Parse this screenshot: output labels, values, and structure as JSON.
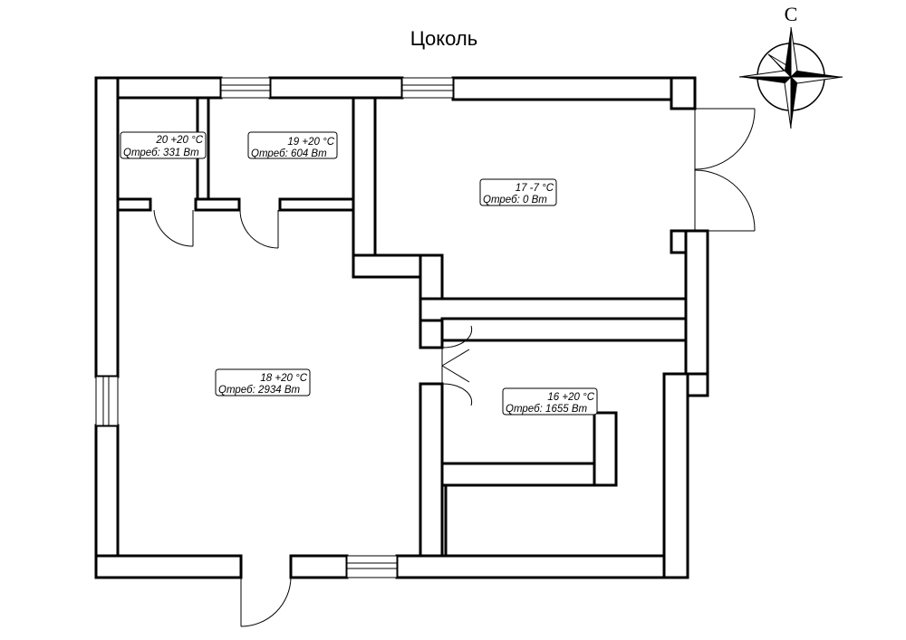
{
  "title": "Цоколь",
  "compass": {
    "north_label": "С"
  },
  "rooms": [
    {
      "id": "20",
      "temp_line": "20  +20 °С",
      "q_line": "Qтреб: 331 Вт"
    },
    {
      "id": "19",
      "temp_line": "19  +20 °С",
      "q_line": "Qтреб: 604 Вт"
    },
    {
      "id": "17",
      "temp_line": "17  -7 °С",
      "q_line": "Qтреб: 0 Вт"
    },
    {
      "id": "18",
      "temp_line": "18  +20 °С",
      "q_line": "Qтреб: 2934 Вт"
    },
    {
      "id": "16",
      "temp_line": "16  +20 °С",
      "q_line": "Qтреб: 1655 Вт"
    }
  ]
}
